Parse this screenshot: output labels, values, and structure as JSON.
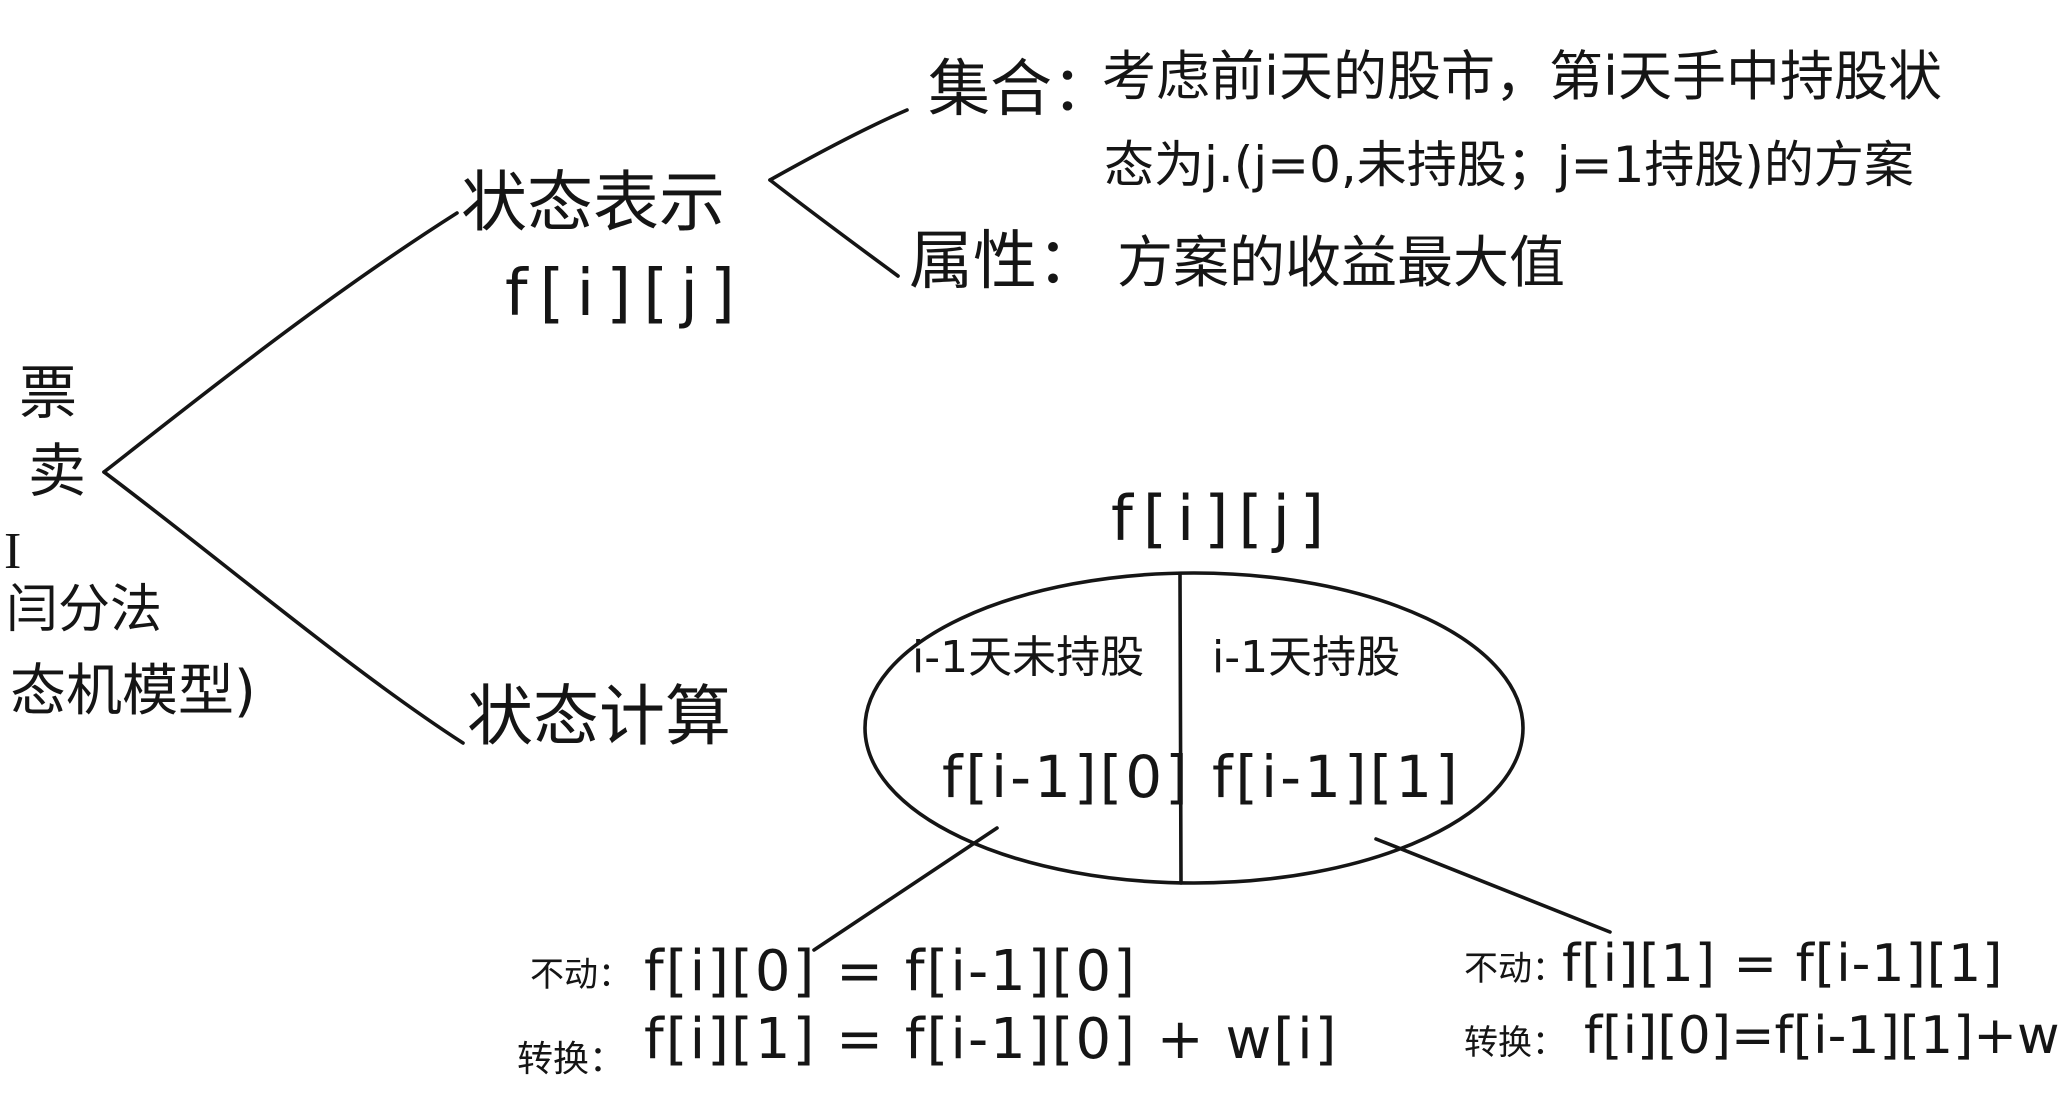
{
  "left_fragments": {
    "piao": "票",
    "mai": "卖",
    "roman": "I",
    "method": "闫分法",
    "model": "态机模型)"
  },
  "state_representation": {
    "title": "状态表示",
    "notation": "f[i][j]",
    "set": {
      "label": "集合：",
      "line1": "考虑前i天的股市，第i天手中持股状",
      "line2": "态为j.(j=0,未持股；j=1持股)的方案"
    },
    "attribute": {
      "label": "属性：",
      "text": "方案的收益最大值"
    }
  },
  "state_computation": {
    "title": "状态计算",
    "ellipse": {
      "notation": "f[i][j]",
      "left": {
        "caption": "i-1天未持股",
        "value": "f[i-1][0]"
      },
      "right": {
        "caption": "i-1天持股",
        "value": "f[i-1][1]"
      }
    },
    "left_transitions": [
      {
        "label": "不动：",
        "formula": "f[i][0] = f[i-1][0]"
      },
      {
        "label": "转换：",
        "formula": "f[i][1] = f[i-1][0] + w[i]"
      }
    ],
    "right_transitions": [
      {
        "label": "不动：",
        "formula": "f[i][1] = f[i-1][1]"
      },
      {
        "label": "转换：",
        "formula": "f[i][0]=f[i-1][1]+w"
      }
    ]
  },
  "colors": {
    "ink": "#151515",
    "background": "#ffffff"
  }
}
